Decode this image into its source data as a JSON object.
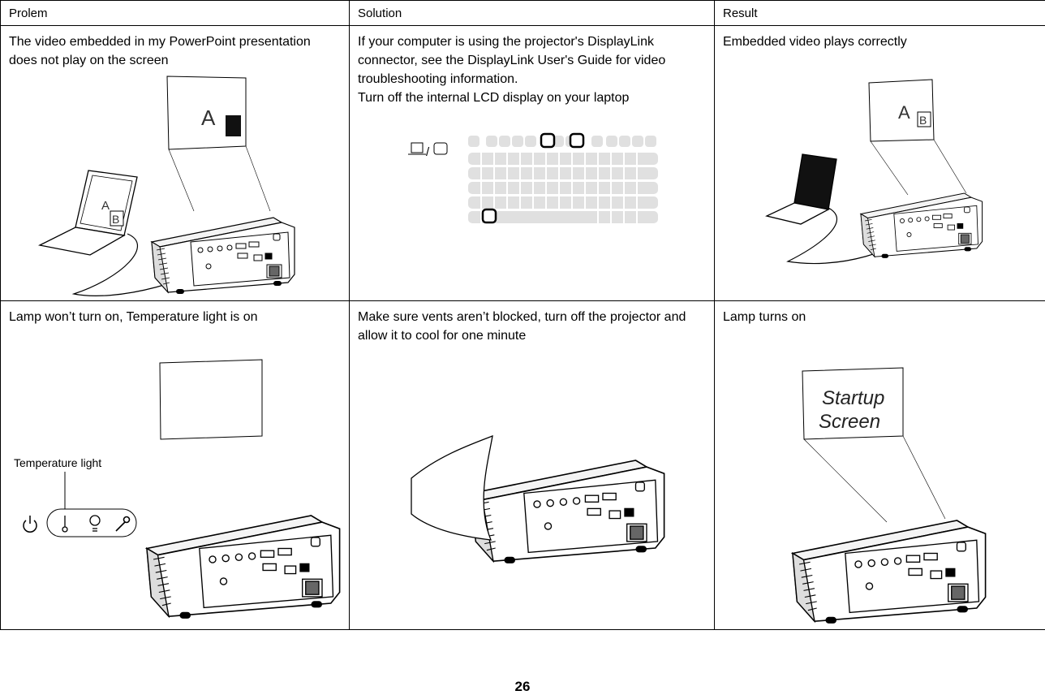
{
  "table": {
    "headers": [
      "Prolem",
      "Solution",
      "Result"
    ],
    "rows": [
      {
        "problem": "The video embedded in my PowerPoint presentation does not play on the screen",
        "solution_lines": [
          "If your computer is using the projector's DisplayLink connector, see the DisplayLink User's Guide for video troubleshooting information.",
          "Turn off the internal LCD display on your laptop"
        ],
        "result": "Embedded video plays correctly",
        "screen_letters": {
          "a": "A",
          "b": "B"
        }
      },
      {
        "problem": "Lamp won’t turn on, Temperature light is on",
        "problem_callout": "Temperature light",
        "solution": "Make sure vents aren’t blocked, turn off the projector and allow it to cool for one minute",
        "result": "Lamp turns on",
        "result_screen_lines": [
          "Startup",
          "Screen"
        ]
      }
    ]
  },
  "page_number": "26",
  "icons": [
    "laptop-icon",
    "monitor-icon",
    "power-icon",
    "thermometer-icon",
    "lamp-bulb-icon",
    "wrench-icon"
  ]
}
